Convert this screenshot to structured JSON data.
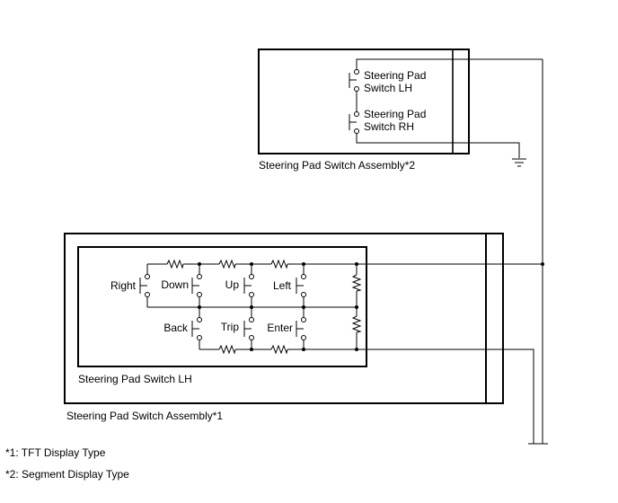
{
  "colors": {
    "line": "#000000",
    "background": "#ffffff"
  },
  "assembly2": {
    "title": "Steering Pad Switch Assembly*2",
    "switches": [
      {
        "line1": "Steering Pad",
        "line2": "Switch LH"
      },
      {
        "line1": "Steering Pad",
        "line2": "Switch RH"
      }
    ]
  },
  "assembly1": {
    "title": "Steering Pad Switch Assembly*1",
    "inner_title": "Steering Pad Switch LH",
    "buttons": [
      "Right",
      "Down",
      "Up",
      "Left",
      "Back",
      "Trip",
      "Enter"
    ]
  },
  "footnotes": [
    "*1: TFT Display Type",
    "*2: Segment Display Type"
  ]
}
